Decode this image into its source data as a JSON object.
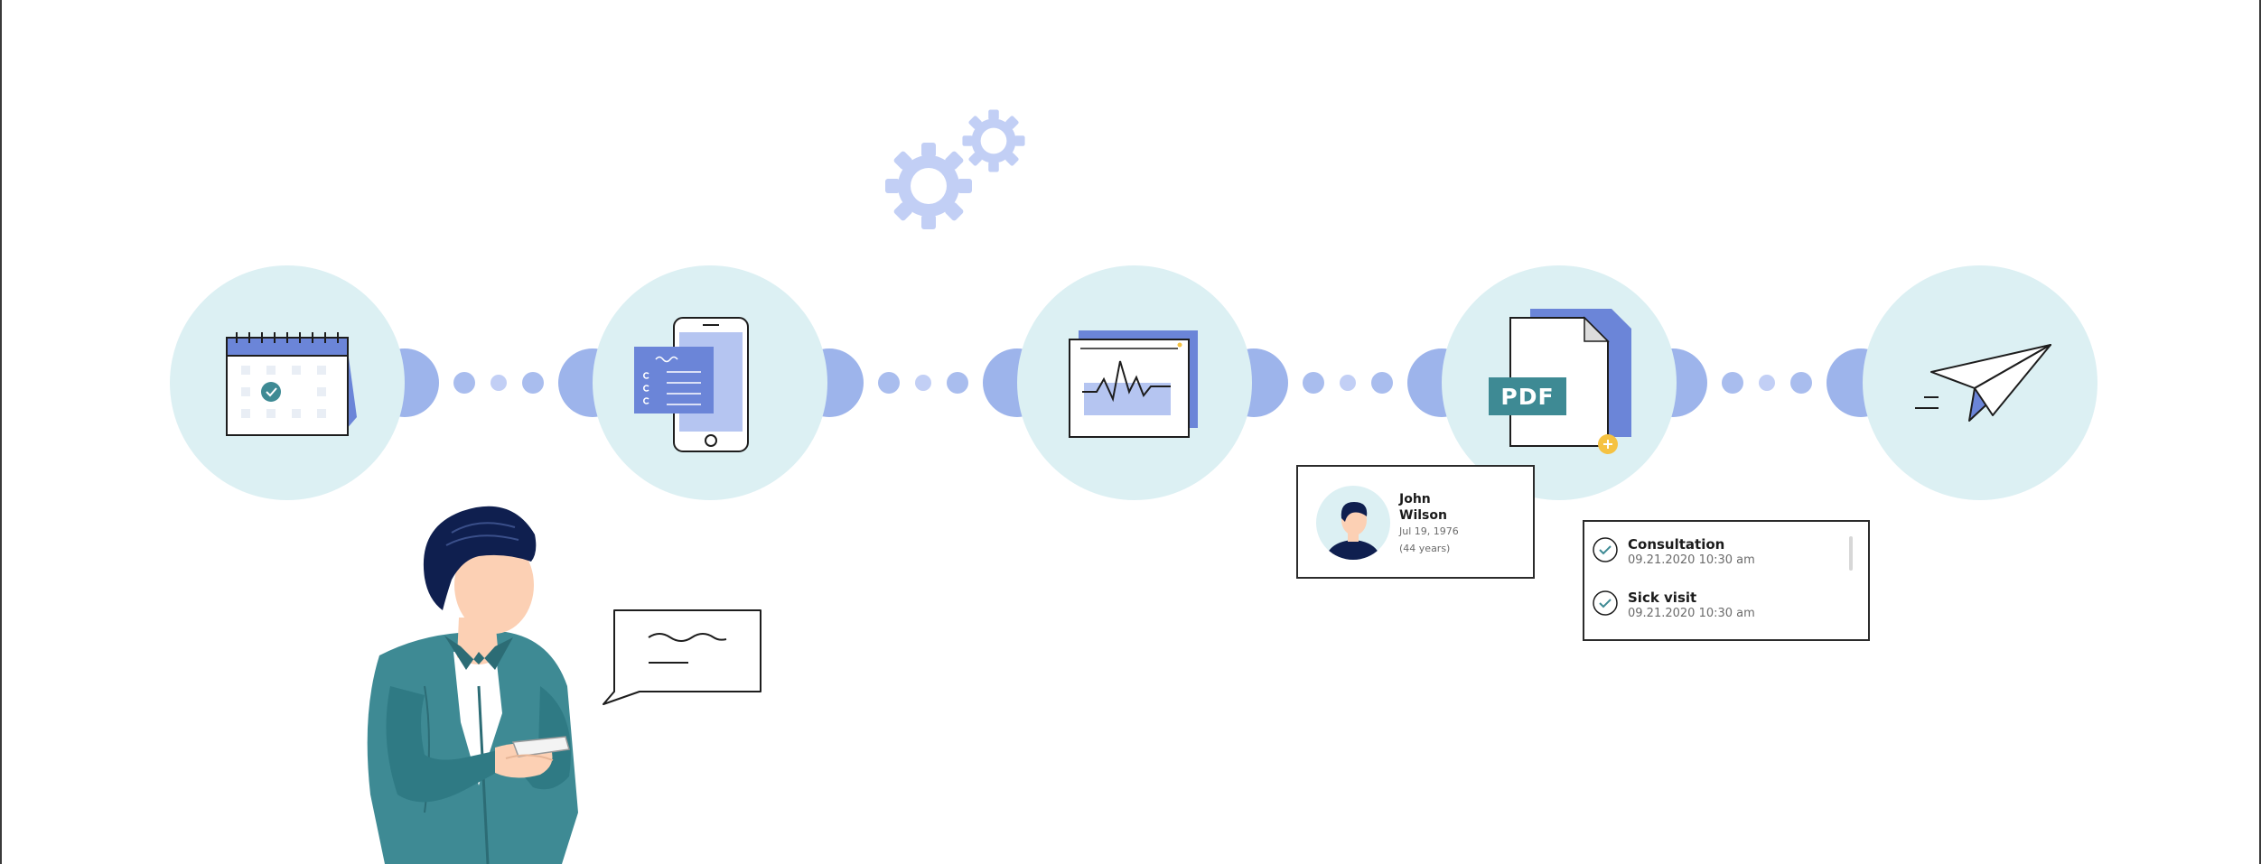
{
  "steps": [
    {
      "name": "calendar",
      "icon": "calendar-icon"
    },
    {
      "name": "phone-form",
      "icon": "phone-form-icon"
    },
    {
      "name": "chart-window",
      "icon": "chart-window-icon"
    },
    {
      "name": "pdf-document",
      "icon": "pdf-document-icon",
      "label": "PDF"
    },
    {
      "name": "send",
      "icon": "paper-plane-icon"
    }
  ],
  "patient": {
    "first_name": "John",
    "last_name": "Wilson",
    "dob": "Jul 19, 1976",
    "age": "(44 years)"
  },
  "visits": [
    {
      "title": "Consultation",
      "time": "09.21.2020 10:30 am"
    },
    {
      "title": "Sick visit",
      "time": "09.21.2020 10:30 am"
    }
  ],
  "colors": {
    "circle": "#dcf0f3",
    "connector": "#9db4eb",
    "accent": "#6b85d8",
    "teal": "#3e8a94",
    "gear": "#c2cff5",
    "navy": "#0f1f4f",
    "skin": "#fcd0b4"
  }
}
